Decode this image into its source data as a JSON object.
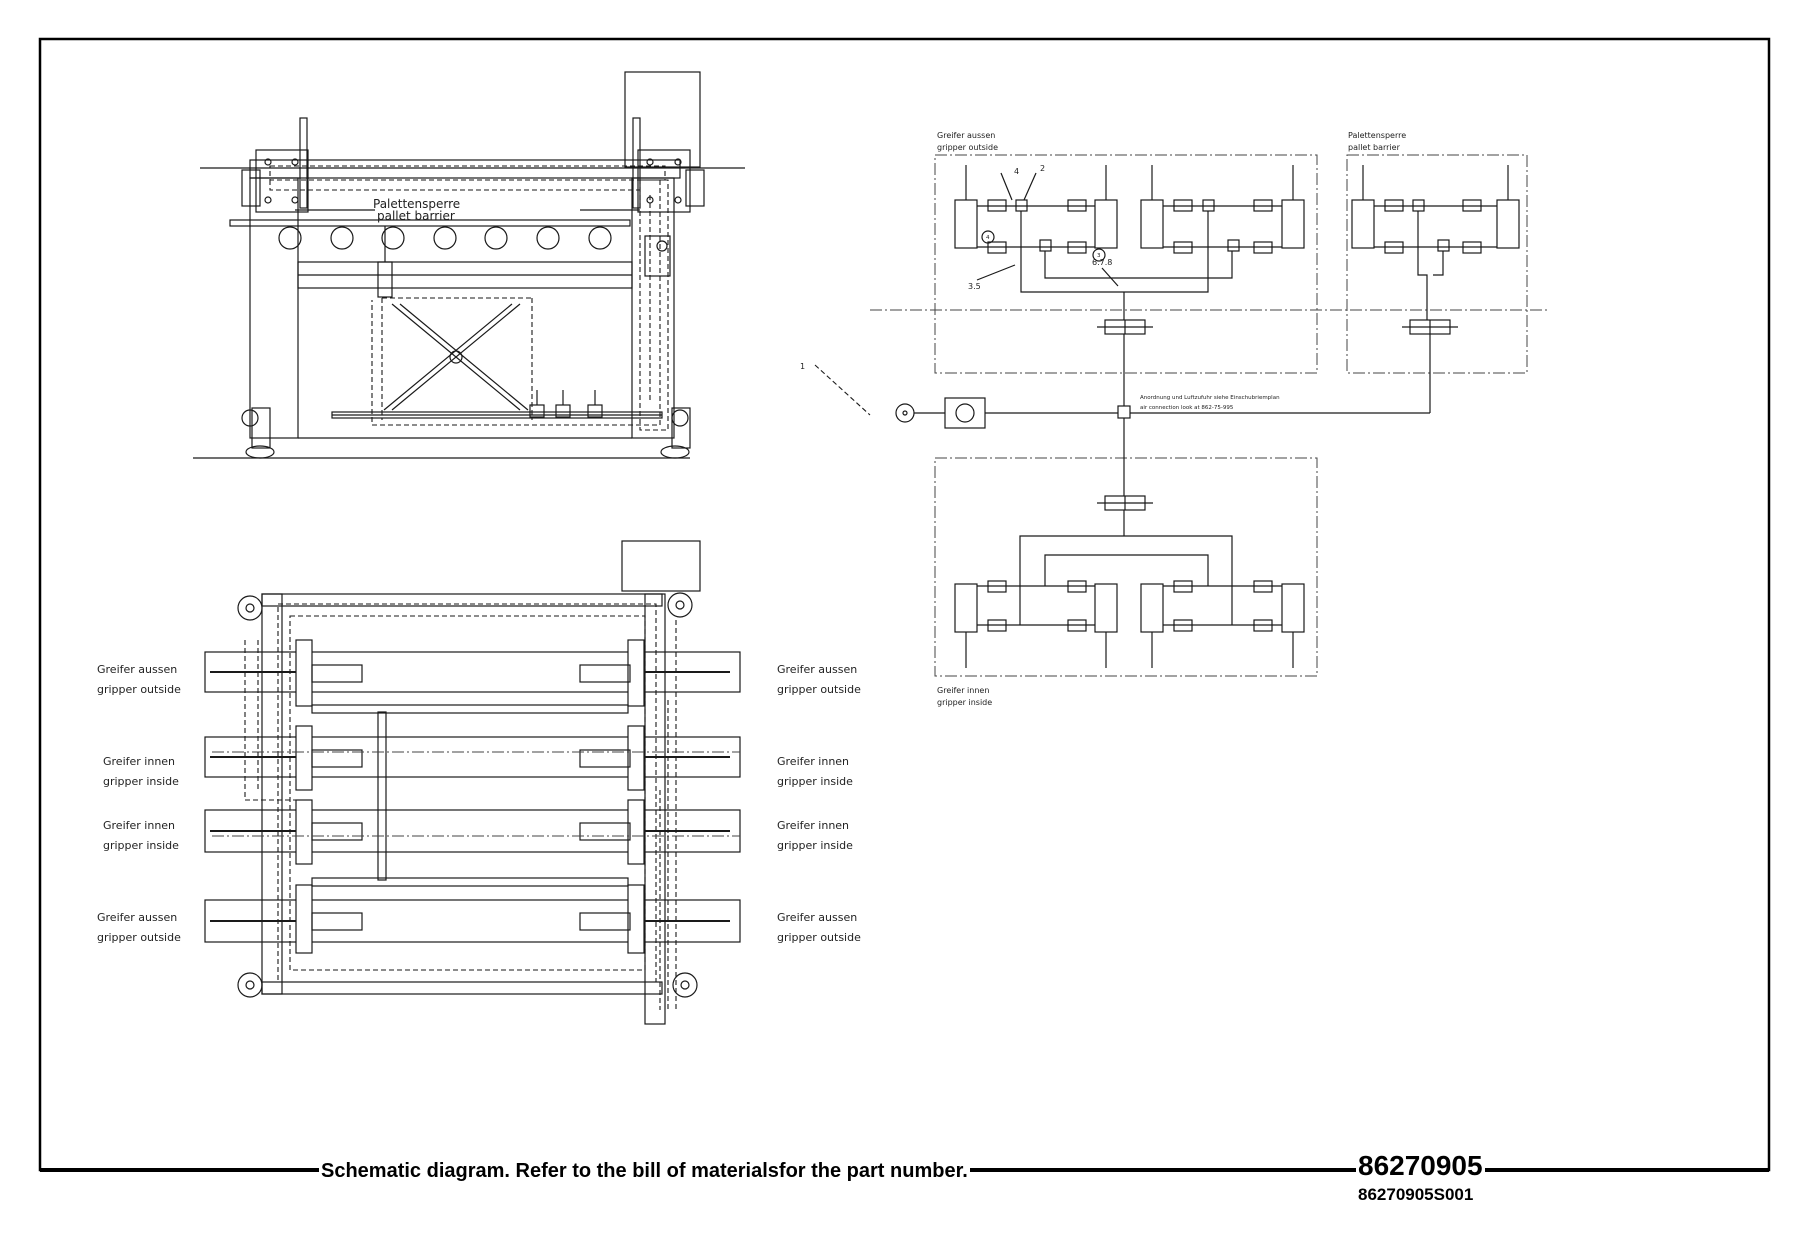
{
  "side_view": {
    "barrier_label_de": "Palettensperre",
    "barrier_label_en": "pallet barrier"
  },
  "top_view": {
    "left_labels": [
      {
        "de": "Greifer aussen",
        "en": "gripper outside"
      },
      {
        "de": "Greifer innen",
        "en": "gripper inside"
      },
      {
        "de": "Greifer innen",
        "en": "gripper inside"
      },
      {
        "de": "Greifer aussen",
        "en": "gripper outside"
      }
    ],
    "right_labels": [
      {
        "de": "Greifer aussen",
        "en": "gripper outside"
      },
      {
        "de": "Greifer innen",
        "en": "gripper inside"
      },
      {
        "de": "Greifer innen",
        "en": "gripper inside"
      },
      {
        "de": "Greifer aussen",
        "en": "gripper outside"
      }
    ]
  },
  "pneumatic": {
    "group_outside": {
      "de": "Greifer aussen",
      "en": "gripper outside"
    },
    "group_barrier": {
      "de": "Palettensperre",
      "en": "pallet barrier"
    },
    "group_inside": {
      "de": "Greifer innen",
      "en": "gripper inside"
    },
    "ref_1": "1",
    "ref_2": "2",
    "ref_3_5": "3.5",
    "ref_4": "4",
    "ref_6_7_8": "6.7.8",
    "circle_ref_a": "4",
    "circle_ref_b": "3",
    "note_de": "Anordnung und Luftzufuhr siehe Einschubriemplan",
    "note_en": "air connection look at 862-75-995"
  },
  "footer": {
    "caption": "Schematic diagram. Refer to the bill of materialsfor the part number.",
    "part_number": "86270905",
    "sheet_number": "86270905S001"
  }
}
